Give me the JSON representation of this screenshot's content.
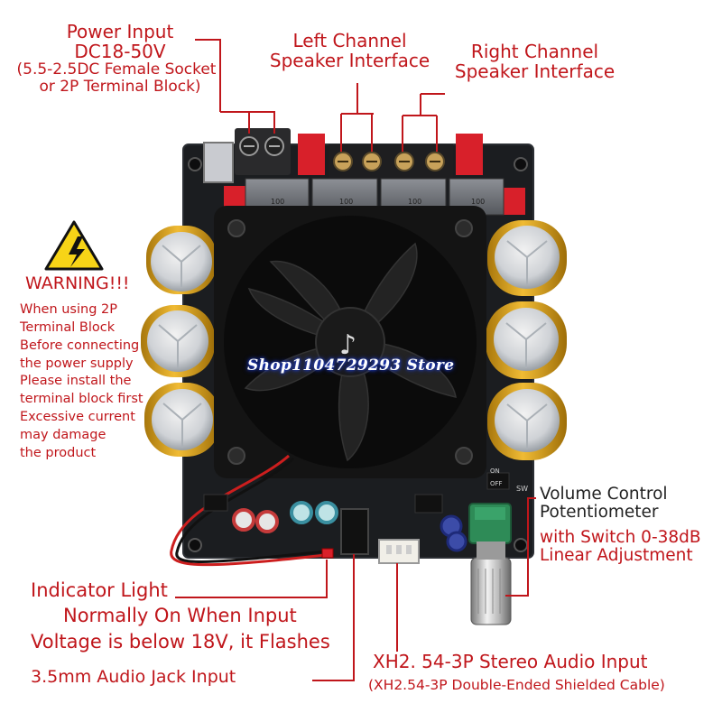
{
  "labels": {
    "power_input": {
      "line1": "Power Input",
      "line2": "DC18-50V",
      "line3": "(5.5-2.5DC Female Socket",
      "line4": "or 2P Terminal Block)"
    },
    "left_channel": {
      "line1": "Left Channel",
      "line2": "Speaker Interface"
    },
    "right_channel": {
      "line1": "Right Channel",
      "line2": "Speaker Interface"
    },
    "warning": {
      "title": "WARNING!!!",
      "lines": [
        "When using 2P",
        "Terminal Block",
        "Before connecting",
        "the power supply",
        "Please install the",
        "terminal block first",
        "Excessive current",
        "may damage",
        "the product"
      ]
    },
    "volume": {
      "line1": "Volume Control",
      "line2": "Potentiometer",
      "line3": "with Switch 0-38dB",
      "line4": "Linear Adjustment"
    },
    "indicator": {
      "line1": "Indicator Light",
      "line2": "Normally On When Input",
      "line3": "Voltage is below 18V, it Flashes"
    },
    "audio_jack": "3.5mm Audio Jack Input",
    "xh_input": {
      "line1": "XH2. 54-3P Stereo Audio Input",
      "line2": "(XH2.54-3P Double-Ended Shielded Cable)"
    },
    "watermark": "Shop1104729293 Store"
  },
  "board_markings": {
    "switch_on": "ON",
    "switch_off": "OFF",
    "switch_sw": "SW",
    "inductor_code": "100"
  },
  "colors": {
    "label_red": "#c0161b",
    "pcb": "#1a1c1f",
    "capacitor_gold": "#d9a21a",
    "fan": "#141414",
    "terminal_red": "#d8202a",
    "pot_green": "#2e8b57"
  },
  "icons": {
    "warning": "warning-triangle-icon"
  }
}
